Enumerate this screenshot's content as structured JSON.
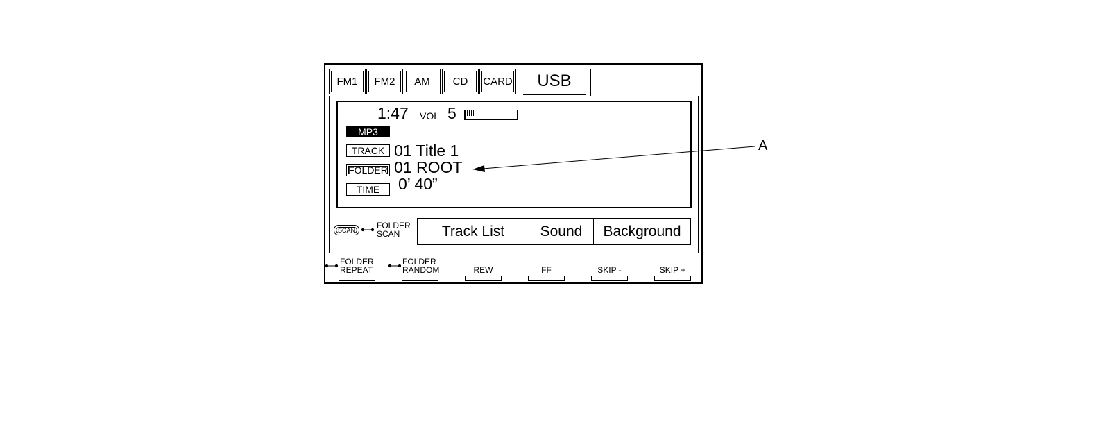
{
  "tabs": [
    "FM1",
    "FM2",
    "AM",
    "CD",
    "CARD"
  ],
  "active_tab": "USB",
  "status": {
    "clock": "1:47",
    "vol_label": "VOL",
    "vol_value": "5",
    "format_badge": "MP3"
  },
  "info_rows": [
    {
      "label": "TRACK",
      "value": "01 Title 1"
    },
    {
      "label": "FOLDER",
      "value": "01 ROOT"
    },
    {
      "label": "TIME",
      "value": "0’ 40”"
    }
  ],
  "scan": {
    "pill": "SCAN",
    "line1": "FOLDER",
    "line2": "SCAN"
  },
  "buttons": [
    "Track List",
    "Sound",
    "Background"
  ],
  "soft_keys": [
    {
      "line1": "FOLDER",
      "line2": "REPEAT"
    },
    {
      "line1": "FOLDER",
      "line2": "RANDOM"
    },
    {
      "line1": "",
      "line2": "REW"
    },
    {
      "line1": "",
      "line2": "FF"
    },
    {
      "line1": "",
      "line2": "SKIP -"
    },
    {
      "line1": "",
      "line2": "SKIP +"
    }
  ],
  "callout_label": "A"
}
